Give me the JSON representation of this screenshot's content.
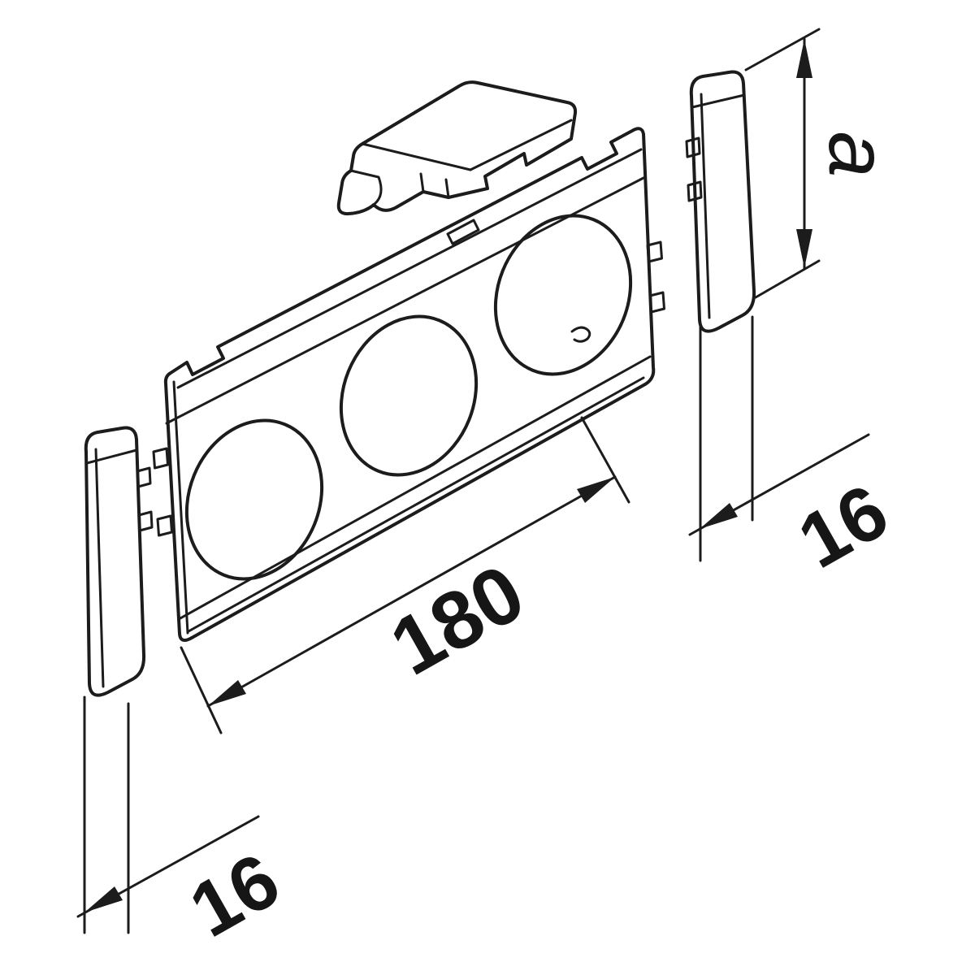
{
  "drawing": {
    "background": "#ffffff",
    "stroke_color": "#1c1c1c",
    "labels": {
      "plate_length": "180",
      "left_profile_depth": "16",
      "right_profile_depth": "16",
      "cover_height": "a"
    }
  }
}
